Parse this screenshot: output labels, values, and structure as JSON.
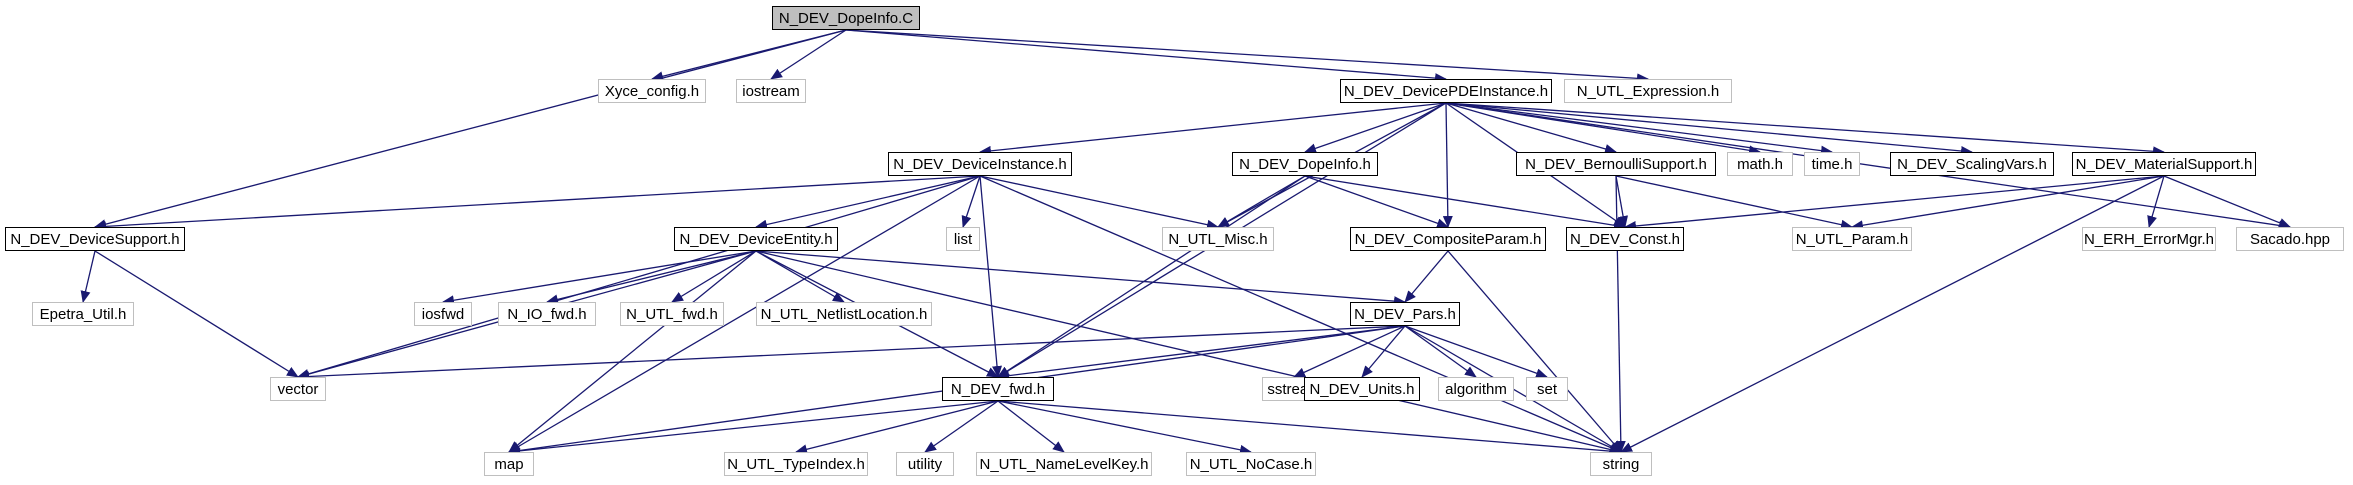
{
  "graph": {
    "edge_color": "#191970",
    "root_fill": "#bfbfbf",
    "documented_border": "#000000",
    "external_border": "#bfbfbf",
    "nodes": [
      {
        "id": "root",
        "label": "N_DEV_DopeInfo.C",
        "kind": "root"
      },
      {
        "id": "xyce_config",
        "label": "Xyce_config.h",
        "kind": "ext"
      },
      {
        "id": "iostream",
        "label": "iostream",
        "kind": "ext"
      },
      {
        "id": "devicepde",
        "label": "N_DEV_DevicePDEInstance.h",
        "kind": "doc"
      },
      {
        "id": "utl_expr",
        "label": "N_UTL_Expression.h",
        "kind": "ext"
      },
      {
        "id": "deviceinst",
        "label": "N_DEV_DeviceInstance.h",
        "kind": "doc"
      },
      {
        "id": "dopeinfo_h",
        "label": "N_DEV_DopeInfo.h",
        "kind": "doc"
      },
      {
        "id": "bernoulli",
        "label": "N_DEV_BernoulliSupport.h",
        "kind": "doc"
      },
      {
        "id": "math",
        "label": "math.h",
        "kind": "ext"
      },
      {
        "id": "time",
        "label": "time.h",
        "kind": "ext"
      },
      {
        "id": "scalingvars",
        "label": "N_DEV_ScalingVars.h",
        "kind": "doc"
      },
      {
        "id": "materialsupport",
        "label": "N_DEV_MaterialSupport.h",
        "kind": "doc"
      },
      {
        "id": "devicesupport",
        "label": "N_DEV_DeviceSupport.h",
        "kind": "doc"
      },
      {
        "id": "list",
        "label": "list",
        "kind": "ext"
      },
      {
        "id": "utl_misc",
        "label": "N_UTL_Misc.h",
        "kind": "ext"
      },
      {
        "id": "compositeparam",
        "label": "N_DEV_CompositeParam.h",
        "kind": "doc"
      },
      {
        "id": "dev_const",
        "label": "N_DEV_Const.h",
        "kind": "doc"
      },
      {
        "id": "utl_param",
        "label": "N_UTL_Param.h",
        "kind": "ext"
      },
      {
        "id": "erh_errormgr",
        "label": "N_ERH_ErrorMgr.h",
        "kind": "ext"
      },
      {
        "id": "sacado",
        "label": "Sacado.hpp",
        "kind": "ext"
      },
      {
        "id": "epetra_util",
        "label": "Epetra_Util.h",
        "kind": "ext"
      },
      {
        "id": "deviceentity",
        "label": "N_DEV_DeviceEntity.h",
        "kind": "doc"
      },
      {
        "id": "iosfwd",
        "label": "iosfwd",
        "kind": "ext"
      },
      {
        "id": "io_fwd",
        "label": "N_IO_fwd.h",
        "kind": "ext"
      },
      {
        "id": "utl_fwd",
        "label": "N_UTL_fwd.h",
        "kind": "ext"
      },
      {
        "id": "netlistloc",
        "label": "N_UTL_NetlistLocation.h",
        "kind": "ext"
      },
      {
        "id": "pars",
        "label": "N_DEV_Pars.h",
        "kind": "doc"
      },
      {
        "id": "vector",
        "label": "vector",
        "kind": "ext"
      },
      {
        "id": "dev_fwd",
        "label": "N_DEV_fwd.h",
        "kind": "doc"
      },
      {
        "id": "sstream",
        "label": "sstream",
        "kind": "ext"
      },
      {
        "id": "units",
        "label": "N_DEV_Units.h",
        "kind": "doc"
      },
      {
        "id": "algorithm",
        "label": "algorithm",
        "kind": "ext"
      },
      {
        "id": "set",
        "label": "set",
        "kind": "ext"
      },
      {
        "id": "map",
        "label": "map",
        "kind": "ext"
      },
      {
        "id": "typeindex",
        "label": "N_UTL_TypeIndex.h",
        "kind": "ext"
      },
      {
        "id": "utility",
        "label": "utility",
        "kind": "ext"
      },
      {
        "id": "namelevelkey",
        "label": "N_UTL_NameLevelKey.h",
        "kind": "ext"
      },
      {
        "id": "nocase",
        "label": "N_UTL_NoCase.h",
        "kind": "ext"
      },
      {
        "id": "string",
        "label": "string",
        "kind": "ext"
      }
    ]
  }
}
